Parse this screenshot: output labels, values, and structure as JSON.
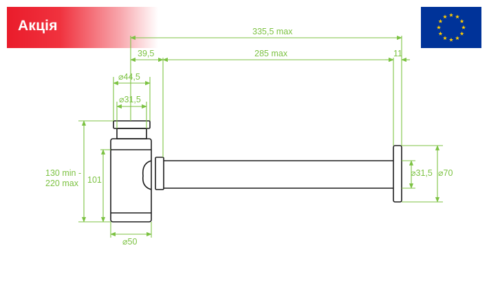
{
  "promo": {
    "label": "Акція",
    "color": "#ea1c2b"
  },
  "flag": {
    "icon": "eu-flag-icon",
    "field_color": "#003399",
    "star_color": "#ffcc00",
    "star_count": 12
  },
  "colors": {
    "dimension": "#7cc242",
    "outline": "#1a1a1a"
  },
  "dimensions": {
    "total_length": "335,5 max",
    "body_offset": "39,5",
    "tube_length": "285 max",
    "flange_thickness": "11",
    "outlet_diameter": "⌀44,5",
    "inner_diameter": "⌀31,5",
    "height_range_line1": "130 min -",
    "height_range_line2": "220 max",
    "body_height": "101",
    "body_diameter": "⌀50",
    "pipe_diameter": "⌀31,5",
    "flange_diameter": "⌀70"
  }
}
